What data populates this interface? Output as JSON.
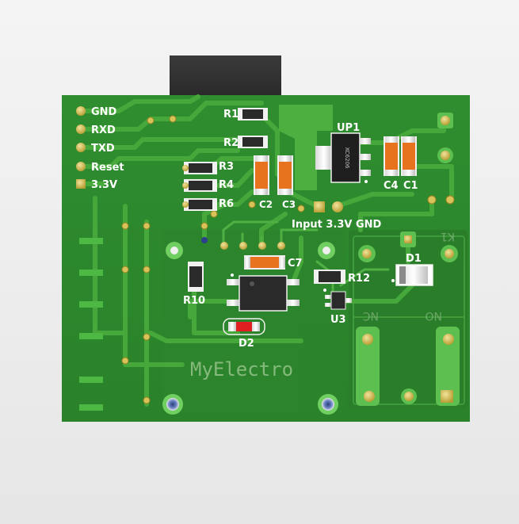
{
  "board": {
    "logo_text": "MyElectro",
    "header_pins": [
      "GND",
      "RXD",
      "TXD",
      "Reset",
      "3.3V"
    ],
    "input_label": "Input 3.3V GND",
    "relay_labels": {
      "nc": "NC",
      "no": "NO",
      "k": "K1"
    },
    "refs": {
      "r1": "R1",
      "r2": "R2",
      "r3": "R3",
      "r4": "R4",
      "r6": "R6",
      "r10": "R10",
      "r12": "R12",
      "c1": "C1",
      "c2": "C2",
      "c3": "C3",
      "c4": "C4",
      "c7": "C7",
      "d1": "D1",
      "d2": "D2",
      "u3": "U3",
      "up1": "UP1"
    },
    "chip_marking": "XC6206",
    "colors": {
      "pcb": "#2f8a2f",
      "trace": "#45a83a",
      "silkscreen": "#ffffff",
      "copper": "#c9b14a",
      "connector": "#333333",
      "capacitor": "#e8731e",
      "led": "#e02020"
    }
  }
}
